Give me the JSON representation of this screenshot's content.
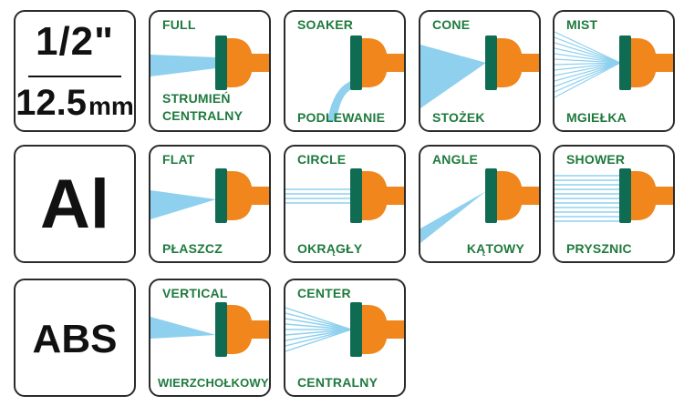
{
  "size_tile": {
    "fraction": "1/2\"",
    "metric_value": "12.5",
    "metric_unit": "mm"
  },
  "material_tiles": [
    {
      "text": "Al"
    },
    {
      "text": "ABS"
    }
  ],
  "nozzle_tiles": [
    {
      "en": "FULL",
      "pl": "STRUMIEŃ CENTRALNY",
      "pattern": "full"
    },
    {
      "en": "SOAKER",
      "pl": "PODLEWANIE",
      "pattern": "soaker"
    },
    {
      "en": "CONE",
      "pl": "STOŻEK",
      "pattern": "cone"
    },
    {
      "en": "MIST",
      "pl": "MGIEŁKA",
      "pattern": "mist"
    },
    {
      "en": "FLAT",
      "pl": "PŁASZCZ",
      "pattern": "flat"
    },
    {
      "en": "CIRCLE",
      "pl": "OKRĄGŁY",
      "pattern": "circle"
    },
    {
      "en": "ANGLE",
      "pl": "KĄTOWY",
      "pattern": "angle"
    },
    {
      "en": "SHOWER",
      "pl": "PRYSZNIC",
      "pattern": "shower"
    },
    {
      "en": "VERTICAL",
      "pl": "WIERZCHOŁKOWY",
      "pattern": "vertical"
    },
    {
      "en": "CENTER",
      "pl": "CENTRALNY",
      "pattern": "center"
    }
  ],
  "colors": {
    "label": "#1e7a3d",
    "nozzle_orange": "#f0861c",
    "nozzle_green": "#0f6b52",
    "spray_blue": "#8ed0ee"
  }
}
